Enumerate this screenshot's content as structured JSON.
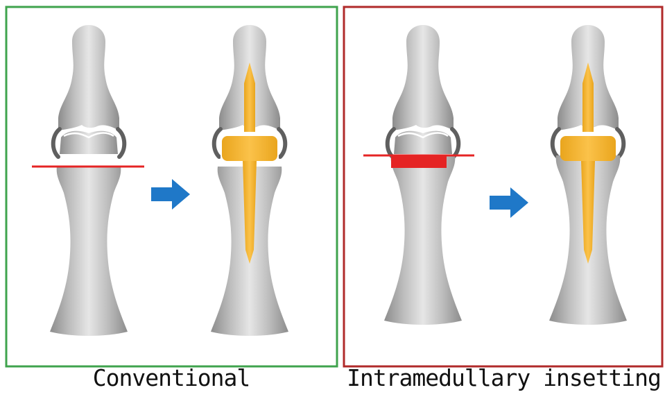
{
  "panels": [
    {
      "caption": "Conventional",
      "frame_color": "#3fa34d",
      "resection": "flat cut line at joint base"
    },
    {
      "caption": "Intramedullary insetting",
      "frame_color": "#b02a2a",
      "resection": "cut line with recessed block removed into base"
    }
  ],
  "colors": {
    "bone_light": "#e2e2e2",
    "bone_mid": "#b4b4b4",
    "bone_dark": "#8a8a8a",
    "implant": "#f0b232",
    "implant_dark": "#d99a1c",
    "cut_line": "#e52424",
    "arrow": "#1f78c8",
    "capsule": "#5a5a5a"
  },
  "icons": {
    "arrow": "right-arrow-icon"
  }
}
